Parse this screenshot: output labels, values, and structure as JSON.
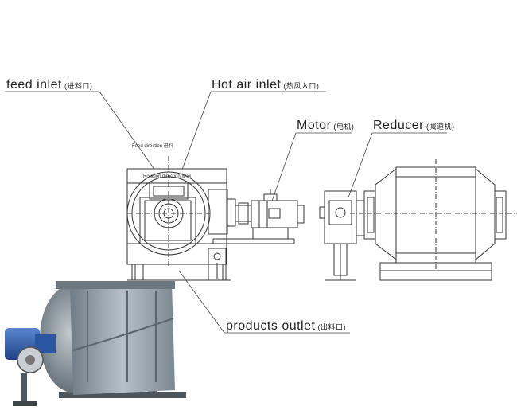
{
  "labels": {
    "feed_inlet": {
      "en": "feed  inlet",
      "cn": "(进料口)"
    },
    "hot_air_inlet": {
      "en": "Hot  air  inlet",
      "cn": "(热风入口)"
    },
    "motor": {
      "en": "Motor",
      "cn": "(电机)"
    },
    "reducer": {
      "en": "Reducer",
      "cn": "(减速机)"
    },
    "products_outlet": {
      "en": "products  outlet",
      "cn": "(出料口)"
    }
  },
  "annotations": {
    "feed_direction": "Feed  direction",
    "feed_direction_cn": "进料",
    "rotation_direction": "Rotation  direction",
    "rotation_direction_cn": "旋向"
  },
  "colors": {
    "line": "#333333",
    "machine_body": "#8e9aa3",
    "motor_blue": "#2f5da8"
  }
}
